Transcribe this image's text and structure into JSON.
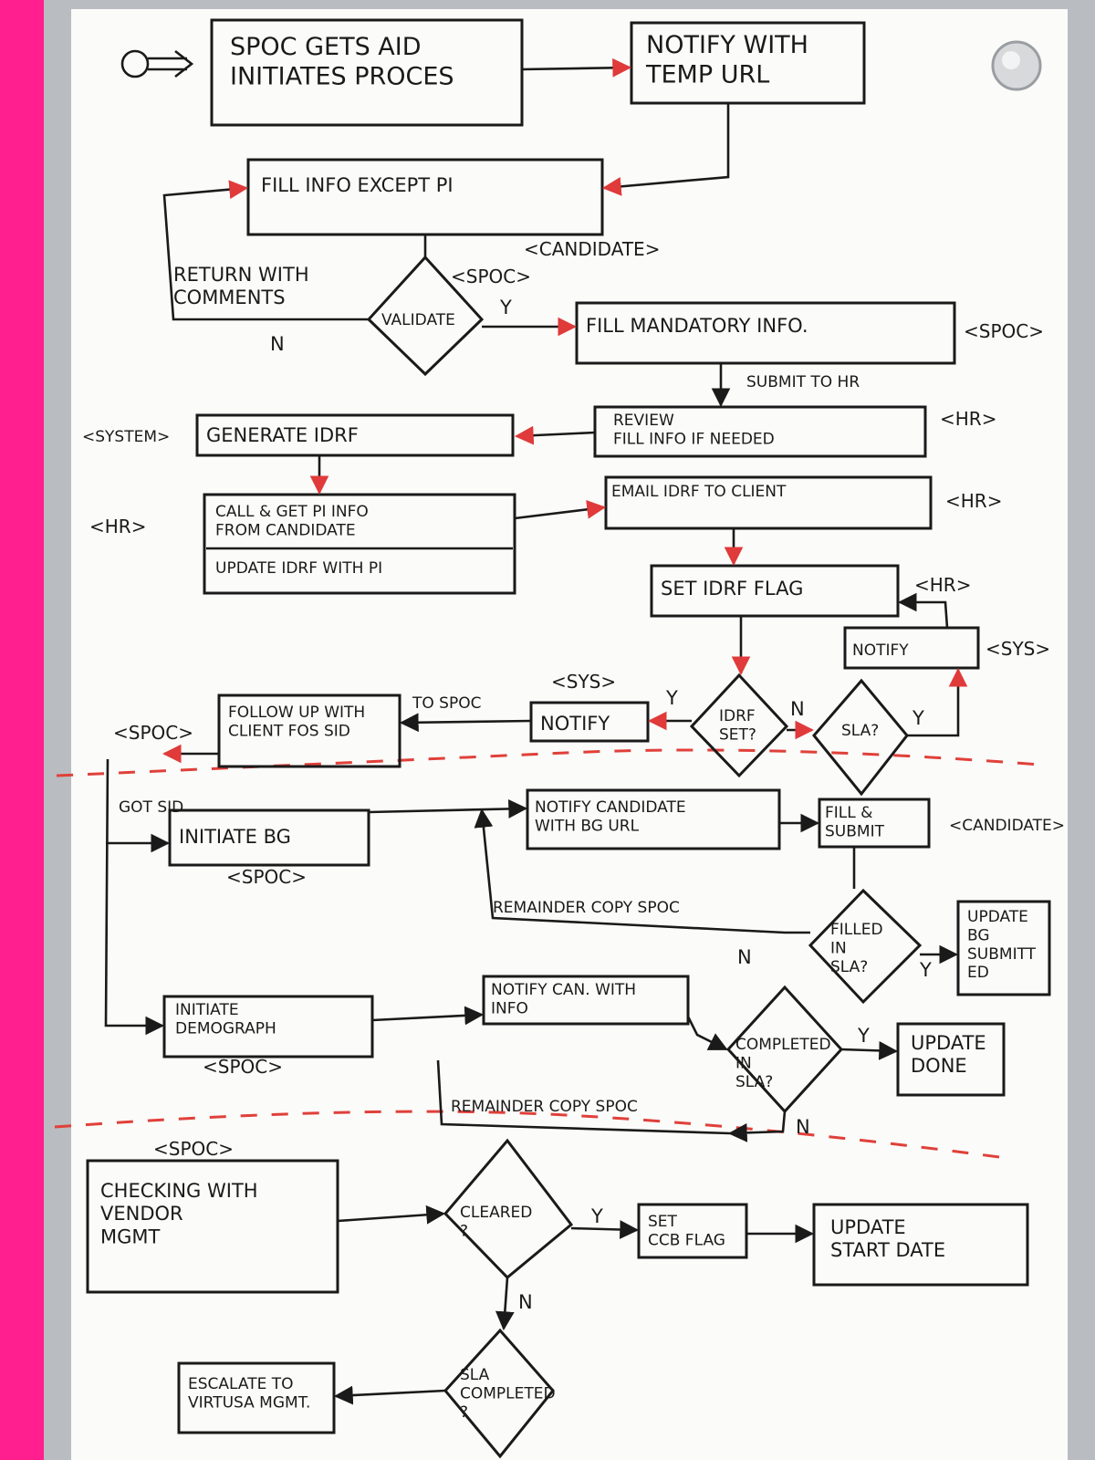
{
  "diagram": {
    "start": "SPOC GETS AID\nINITIATES PROCES",
    "notify_temp": "NOTIFY WITH\nTEMP URL",
    "fill_info": "FILL INFO EXCEPT PI",
    "candidate_tag": "<CANDIDATE>",
    "spoc_tag_validate": "<SPOC>",
    "validate": "VALIDATE",
    "return_comments": "RETURN WITH\nCOMMENTS",
    "n_validate": "N",
    "y_validate": "Y",
    "fill_mandatory": "FILL MANDATORY INFO.",
    "spoc_tag_mandatory": "<SPOC>",
    "submit_hr": "SUBMIT TO HR",
    "review": "REVIEW\nFILL INFO IF NEEDED",
    "hr_tag_review": "<HR>",
    "system_tag": "<SYSTEM>",
    "generate_idrf": "GENERATE IDRF",
    "hr_tag_call": "<HR>",
    "call_get": "CALL & GET PI INFO\nFROM CANDIDATE",
    "update_idrf": "UPDATE IDRF WITH PI",
    "email_idrf": "EMAIL IDRF TO CLIENT",
    "hr_tag_email": "<HR>",
    "set_idrf_flag": "SET IDRF FLAG",
    "hr_tag_flag": "<HR>",
    "notify_sys_right": "NOTIFY",
    "sys_tag_right": "<SYS>",
    "sla": "SLA?",
    "y_sla": "Y",
    "idrf_set": "IDRF\nSET?",
    "n_idrf": "N",
    "y_idrf": "Y",
    "sys_tag_left": "<SYS>",
    "notify_left": "NOTIFY",
    "to_spoc": "TO SPOC",
    "follow_up": "FOLLOW UP WITH\nCLIENT FOS SID",
    "spoc_tag_follow": "<SPOC>",
    "got_sid": "GOT SID",
    "initiate_bg": "INITIATE BG",
    "spoc_tag_bg": "<SPOC>",
    "notify_candidate_bg": "NOTIFY CANDIDATE\nWITH BG URL",
    "fill_submit": "FILL &\nSUBMIT",
    "candidate_tag_bg": "<CANDIDATE>",
    "remainder_bg": "REMAINDER COPY SPOC",
    "filled_sla": "FILLED\nIN\nSLA?",
    "n_filled": "N",
    "y_filled": "Y",
    "update_bg": "UPDATE\nBG\nSUBMITT\nED",
    "initiate_demograph": "INITIATE\nDEMOGRAPH",
    "spoc_tag_demo": "<SPOC>",
    "notify_can_info": "NOTIFY CAN. WITH\nINFO",
    "completed_sla": "COMPLETED\nIN\nSLA?",
    "y_completed": "Y",
    "n_completed": "N",
    "update_done": "UPDATE\nDONE",
    "remainder_demo": "REMAINDER COPY SPOC",
    "spoc_tag_vendor": "<SPOC>",
    "checking_vendor": "CHECKING WITH\nVENDOR\nMGMT",
    "cleared": "CLEARED\n?",
    "y_cleared": "Y",
    "n_cleared": "N",
    "set_ccb": "SET\nCCB FLAG",
    "update_start": "UPDATE\nSTART DATE",
    "sla_completed": "SLA\nCOMPLETED\n?",
    "escalate": "ESCALATE TO\nVIRTUSA MGMT."
  },
  "colors": {
    "board": "#fbfbf9",
    "ink": "#1a1a1a",
    "accent": "#e03a3a",
    "frame": "#b9bcc0",
    "wall": "#ff1f8f"
  }
}
